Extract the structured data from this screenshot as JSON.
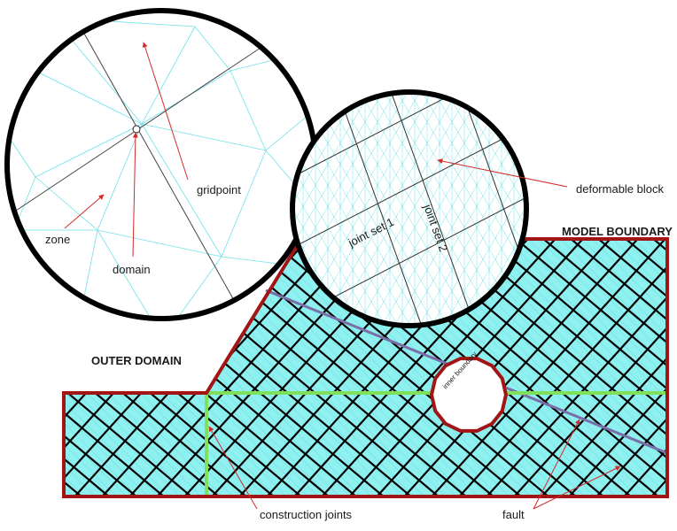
{
  "labels": {
    "gridpoint": "gridpoint",
    "zone": "zone",
    "domain": "domain",
    "deformable_block": "deformable block",
    "joint_set_1": "joint set 1",
    "joint_set_2": "joint set 2",
    "model_boundary": "MODEL BOUNDARY",
    "outer_domain": "OUTER DOMAIN",
    "inner_boundary": "inner boundary",
    "construction_joints": "construction joints",
    "fault": "fault"
  },
  "colors": {
    "model_fill": "#8ef0ef",
    "zone_mesh": "#5fd6e0",
    "boundary": "#a31515",
    "joint": "#000000",
    "construction_joint": "#7fe05a",
    "fault": "#7a6ea8",
    "arrow": "#d42a2a",
    "circle_outline": "#000000"
  }
}
